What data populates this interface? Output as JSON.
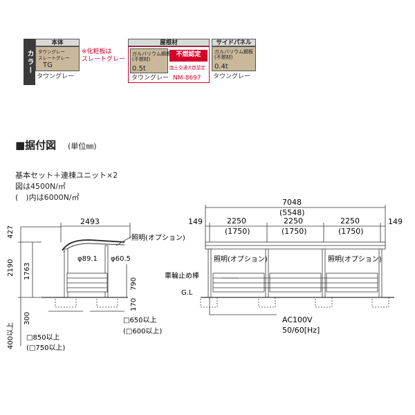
{
  "color_table": {
    "side_label": "カラー",
    "body": {
      "header": "本体",
      "swatch_line1": "タウングレー",
      "swatch_line2": "スレートグレー",
      "swatch_code": "TG",
      "note": "※化粧板は\nスレートグレー",
      "caption": "タウングレー",
      "swatch_color": "#c9b89a"
    },
    "roof": {
      "header": "屋根材",
      "material": "ガルバリウム鋼板\n(不燃材)",
      "thickness": "0.5t",
      "badge": "不燃認定",
      "approval": "国土交通大臣認定",
      "caption": "タウングレー",
      "cert_no": "NM-8697",
      "badge_color": "#d4002a"
    },
    "side_panel": {
      "header": "サイドパネル",
      "material": "ガルバリウム鋼板\n(不燃材)",
      "thickness": "0.4t",
      "caption": "タウングレー"
    }
  },
  "section": {
    "title": "■据付図",
    "unit": "(単位㎜)"
  },
  "notes": [
    "基本セット＋連棟ユニット×2",
    "図は4500N/㎡",
    "(　)内は6000N/㎡"
  ],
  "side_view": {
    "top_width": "2493",
    "label_light": "照明(オプション)",
    "post1_dia": "φ89.1",
    "post2_dia": "φ60.5",
    "h_427": "427",
    "h_2190": "2190",
    "h_1763": "1763",
    "h_790": "790",
    "h_170": "170",
    "h_300": "300",
    "h_400": "400以上",
    "base_650": "□650以上",
    "base_600": "(□600以上)",
    "base_850": "□850以上",
    "base_750": "(□750以上)"
  },
  "front_view": {
    "total": "7048",
    "total_alt": "(5548)",
    "edge_left": "149",
    "edge_right": "149",
    "bays": [
      {
        "width": "2250",
        "alt": "(1750)"
      },
      {
        "width": "2250",
        "alt": "(1750)"
      },
      {
        "width": "2250",
        "alt": "(1750)"
      }
    ],
    "label_light": "照明(オプション)",
    "label_stopper": "車輪止め棒",
    "label_gl": "G.L",
    "power_line1": "AC100V",
    "power_line2": "50/60[Hz]"
  }
}
